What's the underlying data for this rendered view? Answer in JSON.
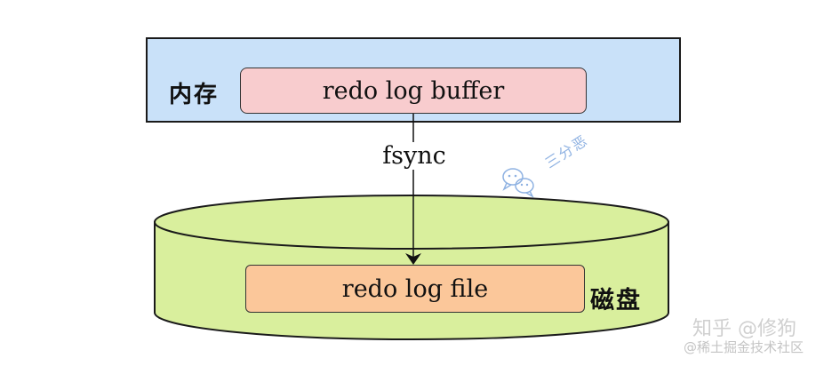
{
  "memory": {
    "label": "内存",
    "buffer_label": "redo log buffer"
  },
  "connector": {
    "label": "fsync"
  },
  "disk": {
    "label": "磁盘",
    "file_label": "redo log file"
  },
  "watermarks": {
    "brand": "三分恶",
    "brand_icon": "wechat-chat-bubbles-icon",
    "zhihu": "知乎 @修狗",
    "juejin": "@稀土掘金技术社区"
  },
  "colors": {
    "memory_bg": "#c9e1f9",
    "buffer_bg": "#f8ccce",
    "disk_bg": "#d9ef9d",
    "file_bg": "#fbc79a",
    "brand_watermark": "#8fb2e2"
  }
}
